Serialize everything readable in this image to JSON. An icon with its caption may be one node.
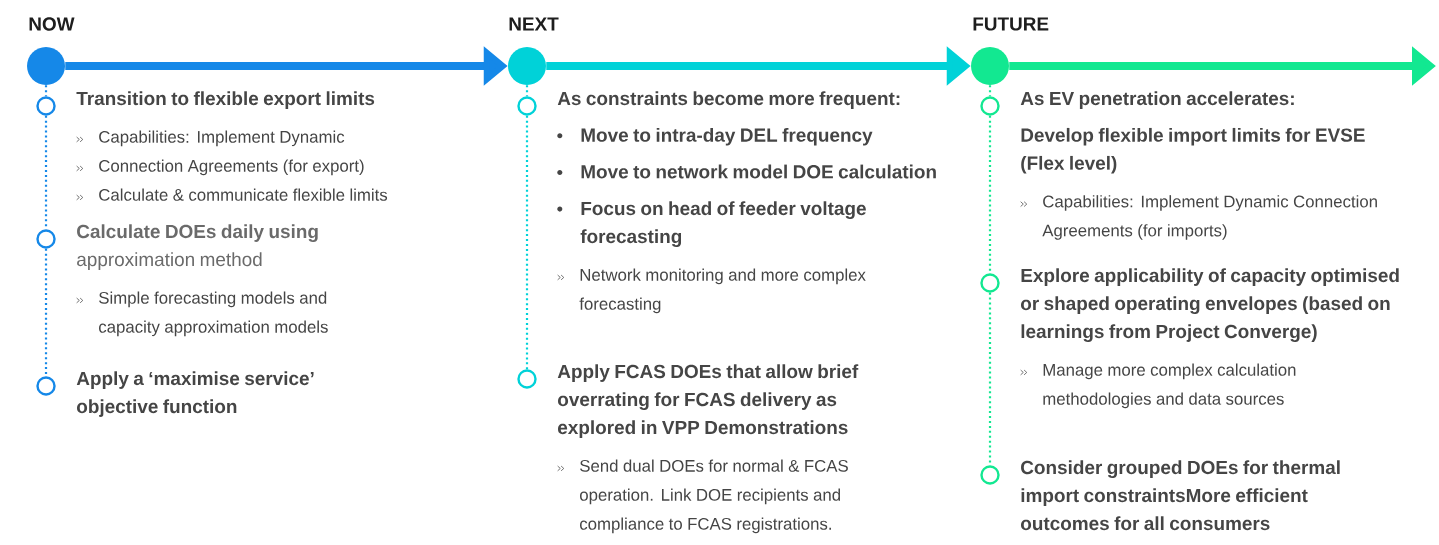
{
  "diagram": {
    "nodes": [
      {
        "text": [
          "NOW"
        ]
      },
      {
        "text": [
          "NEXT"
        ]
      },
      {
        "text": [
          "FUTURE"
        ]
      },
      {
        "text": [],
        "shape": "circle",
        "beside": [
          "Transition to flexible export limits",
          "Capabilities: Implement Dynamic",
          "Connection Agreements (for export)",
          "Calculate & communicate flexible limits"
        ]
      },
      {
        "text": [],
        "shape": "circle",
        "beside": [
          "**Calculate DOEs daily using** approximation method",
          "Simple forecasting models and capacity approximation models"
        ]
      },
      {
        "text": [],
        "shape": "circle",
        "beside": [
          "Apply a ‘maximise service’ objective function"
        ]
      },
      {
        "text": [],
        "shape": "circle",
        "beside": [
          "As constraints become more frequent:",
          "Move to intra-day DEL frequency",
          "Move to network model DOE calculation",
          "Focus on head of feeder voltage forecasting",
          "Network monitoring and more complex forecasting"
        ]
      },
      {
        "text": [],
        "shape": "circle",
        "beside": [
          "Apply FCAS DOEs that allow brief overrating for FCAS delivery as explored in VPP Demonstrations",
          "Send dual DOEs for normal & FCAS operation. Link DOE recipients and compliance to FCAS registrations."
        ]
      },
      {
        "text": [],
        "shape": "circle",
        "beside": [
          "As EV penetration accelerates:",
          "Develop flexible import limits for EVSE (Flex level)",
          "Capabilities: Implement Dynamic Connection Agreements (for imports)"
        ]
      },
      {
        "text": [],
        "shape": "circle",
        "beside": [
          "Explore applicability of capacity optimised or shaped operating envelopes (based on learnings from Project Converge)",
          "Manage more complex calculation methodologies and data sources"
        ]
      },
      {
        "text": [],
        "shape": "circle",
        "beside": [
          "Consider grouped DOEs for thermal import constraintsMore efficient outcomes for all consumers"
        ]
      }
    ],
    "edges": [
      {
        "from": 0,
        "to": 1,
        "arrow": "to",
        "style": "thick",
        "color": "#1588e8"
      },
      {
        "from": 1,
        "to": 2,
        "arrow": "to",
        "style": "thick",
        "color": "#00d2d8"
      },
      {
        "from": 2,
        "to": null,
        "arrow": "to",
        "style": "thick",
        "color": "#12e891"
      },
      {
        "from": 0,
        "to": 3,
        "arrow": "none",
        "style": "dashed",
        "color": "#1588e8"
      },
      {
        "from": 3,
        "to": 4,
        "arrow": "none",
        "style": "dashed",
        "color": "#1588e8"
      },
      {
        "from": 4,
        "to": 5,
        "arrow": "none",
        "style": "dashed",
        "color": "#1588e8"
      },
      {
        "from": 1,
        "to": 6,
        "arrow": "none",
        "style": "dashed",
        "color": "#00d2d8"
      },
      {
        "from": 6,
        "to": 7,
        "arrow": "none",
        "style": "dashed",
        "color": "#00d2d8"
      },
      {
        "from": 2,
        "to": 8,
        "arrow": "none",
        "style": "dashed",
        "color": "#12e891"
      },
      {
        "from": 8,
        "to": 9,
        "arrow": "none",
        "style": "dashed",
        "color": "#12e891"
      },
      {
        "from": 9,
        "to": 10,
        "arrow": "none",
        "style": "dashed",
        "color": "#12e891"
      }
    ]
  }
}
